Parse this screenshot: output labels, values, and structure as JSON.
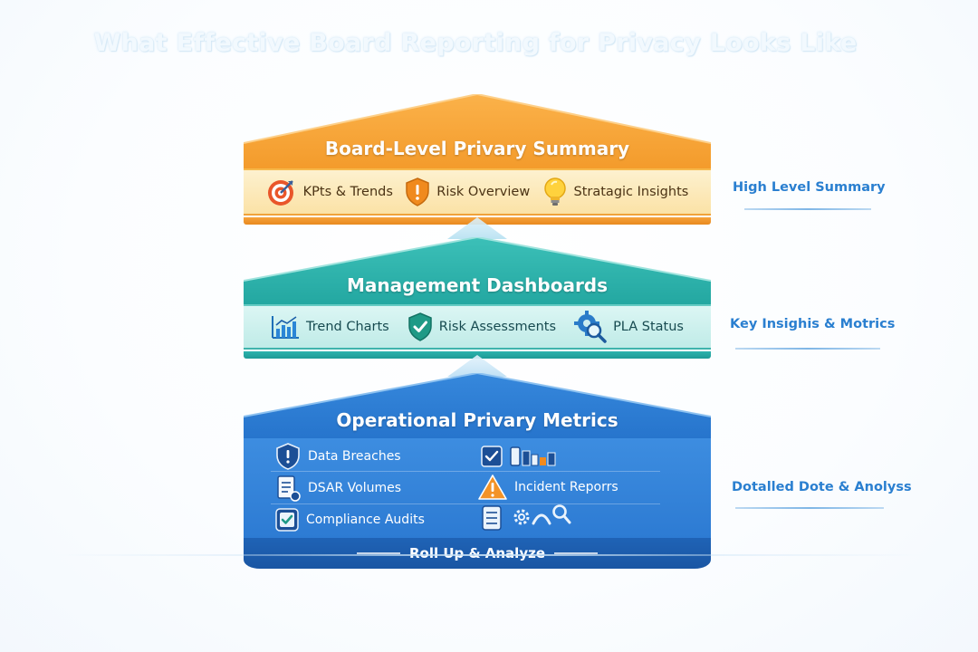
{
  "title": "What Effective Board Reporting for Privacy Looks Like",
  "tiers": {
    "top": {
      "title": "Board-Level Privary Summary",
      "items": [
        {
          "label": "KPts & Trends",
          "icon": "target-icon"
        },
        {
          "label": "Risk Overview",
          "icon": "shield-alert-icon"
        },
        {
          "label": "Stratagic Insights",
          "icon": "lightbulb-icon"
        }
      ],
      "side_label": "High Level Summary",
      "color": "#f5a032"
    },
    "middle": {
      "title": "Management Dashboards",
      "items": [
        {
          "label": "Trend Charts",
          "icon": "bar-chart-icon"
        },
        {
          "label": "Risk Assessments",
          "icon": "shield-check-icon"
        },
        {
          "label": "PLA Status",
          "icon": "gear-search-icon"
        }
      ],
      "side_label": "Key Insighis & Motrics",
      "color": "#26aea8"
    },
    "bottom": {
      "title": "Operational Privary Metrics",
      "items": [
        {
          "label": "Data Breaches",
          "icon": "shield-icon"
        },
        {
          "label": "DSAR Volumes",
          "icon": "document-icon"
        },
        {
          "label": "Compliance Audits",
          "icon": "checkbox-icon"
        },
        {
          "label": "Incident Reporrs",
          "icon": "warning-icon"
        }
      ],
      "extra_icons": [
        "checkbox-icon",
        "bar-chart-icon",
        "document-icon",
        "gear-icon",
        "search-icon"
      ],
      "footer": "Roll Up & Analyze",
      "side_label": "Dotalled Dote & Anolyss",
      "color": "#2a7ad0"
    }
  }
}
